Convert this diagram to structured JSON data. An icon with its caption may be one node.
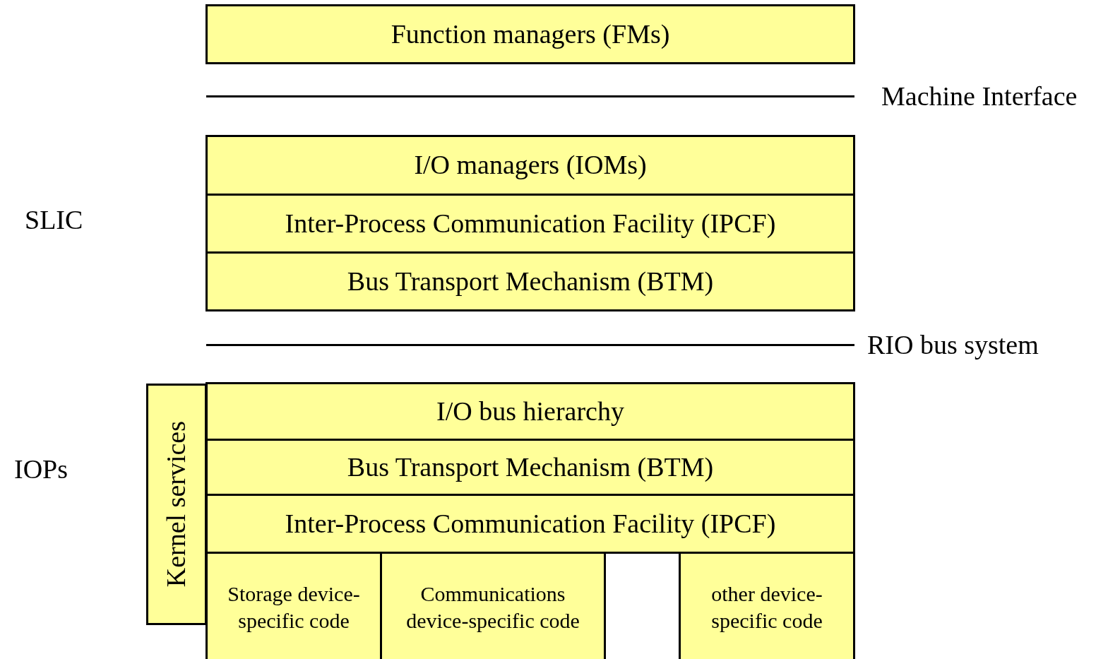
{
  "diagram": {
    "nodes": [
      {
        "text": [
          "Function managers (FMs)"
        ]
      },
      {
        "text": [
          "I/O managers (IOMs)"
        ]
      },
      {
        "text": [
          "Inter-Process Communication Facility (IPCF)"
        ]
      },
      {
        "text": [
          "Bus Transport Mechanism (BTM)"
        ]
      },
      {
        "text": [
          "Kernel services"
        ]
      },
      {
        "text": [
          "I/O bus hierarchy"
        ]
      },
      {
        "text": [
          "Bus Transport Mechanism (BTM)"
        ]
      },
      {
        "text": [
          "Inter-Process Communication Facility (IPCF)"
        ]
      },
      {
        "text": [
          "Storage device-specific code"
        ]
      },
      {
        "text": [
          "Communications device-specific code"
        ]
      },
      {
        "text": [
          "other device-specific code"
        ]
      }
    ],
    "labels": [
      "Machine Interface",
      "SLIC",
      "RIO bus system",
      "IOPs"
    ]
  }
}
